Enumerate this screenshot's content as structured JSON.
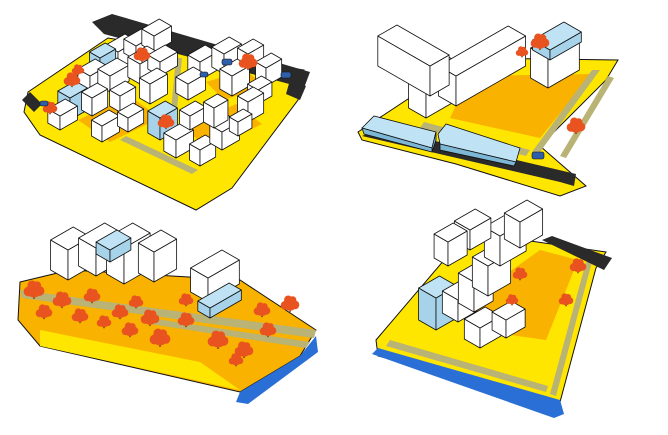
{
  "colors": {
    "background": "#ffffff",
    "ground_yellow": "#ffe600",
    "courtyard_orange": "#f9b200",
    "path_olive": "#b9b375",
    "road_dark": "#2a2a2a",
    "water_blue": "#2a6fd6",
    "building_white": "#ffffff",
    "building_blue": "#bfe3f5",
    "tree_orange": "#e8531f",
    "tree_trunk": "#7a3a10",
    "car_blue": "#2e5fa8",
    "outline": "#111111"
  },
  "panels": [
    {
      "id": "urban-block-grid",
      "description_icon": "dense-perimeter-blocks"
    },
    {
      "id": "courtyard-with-tram",
      "description_icon": "large-courtyard-block"
    },
    {
      "id": "waterfront-park-row",
      "description_icon": "linear-buildings-park"
    },
    {
      "id": "wedge-riverside-block",
      "description_icon": "terraced-wedge-block"
    }
  ]
}
